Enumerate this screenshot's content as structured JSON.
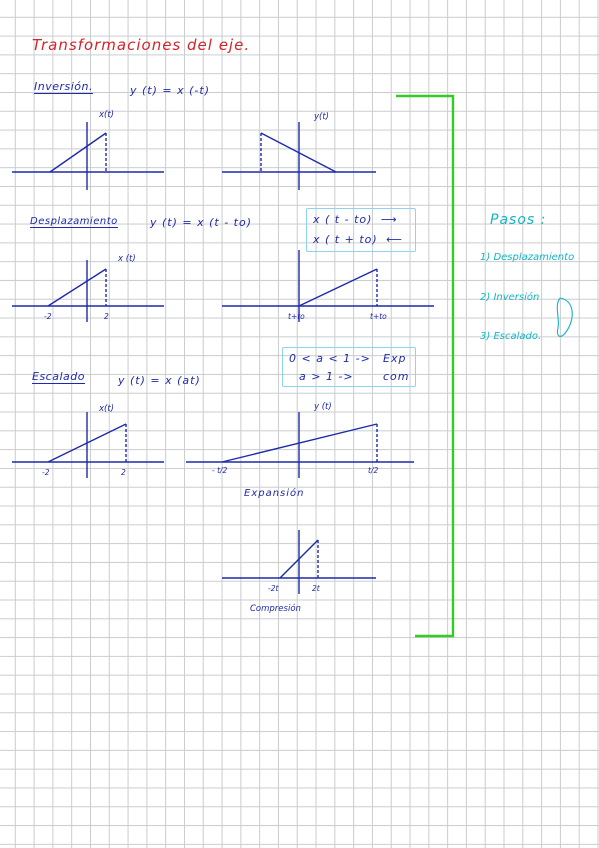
{
  "title": "Transformaciones del eje.",
  "inversion": {
    "heading": "Inversión.",
    "equation": "y (t) = x (-t)",
    "left_label": "x(t)",
    "right_label": "y(t)"
  },
  "desplazamiento": {
    "heading": "Desplazamiento",
    "equation": "y (t) = x (t - to)",
    "note_line1_expr": "x ( t - to)",
    "note_line1_arrow": "⟶",
    "note_line2_expr": "x ( t + to)",
    "note_line2_arrow": "⟵",
    "left_label": "x (t)",
    "left_ticks": [
      "-2",
      "2"
    ],
    "right_ticks": [
      "t+to",
      "t+to"
    ]
  },
  "escalado": {
    "heading": "Escalado",
    "equation": "y (t) = x (at)",
    "note_line1_cond": "0 < a < 1 ->",
    "note_line1_result": "Exp",
    "note_line2_cond": "a > 1 ->",
    "note_line2_result": "com",
    "left_label": "x(t)",
    "left_ticks": [
      "-2",
      "2"
    ],
    "right_label": "y (t)",
    "right_ticks": [
      "- t/2",
      "t/2"
    ],
    "expansion_caption": "Expansión",
    "comp_ticks": [
      "-2t",
      "2t"
    ],
    "compression_caption": "Compresión"
  },
  "pasos": {
    "heading": "Pasos :",
    "items": [
      "1) Desplazamiento",
      "2) Inversión",
      "3) Escalado."
    ]
  },
  "colors": {
    "red": "#d4242a",
    "blue": "#1f2aa8",
    "green": "#33cc22",
    "cyan": "#13b4c4",
    "note_border": "#8fd3f2"
  }
}
